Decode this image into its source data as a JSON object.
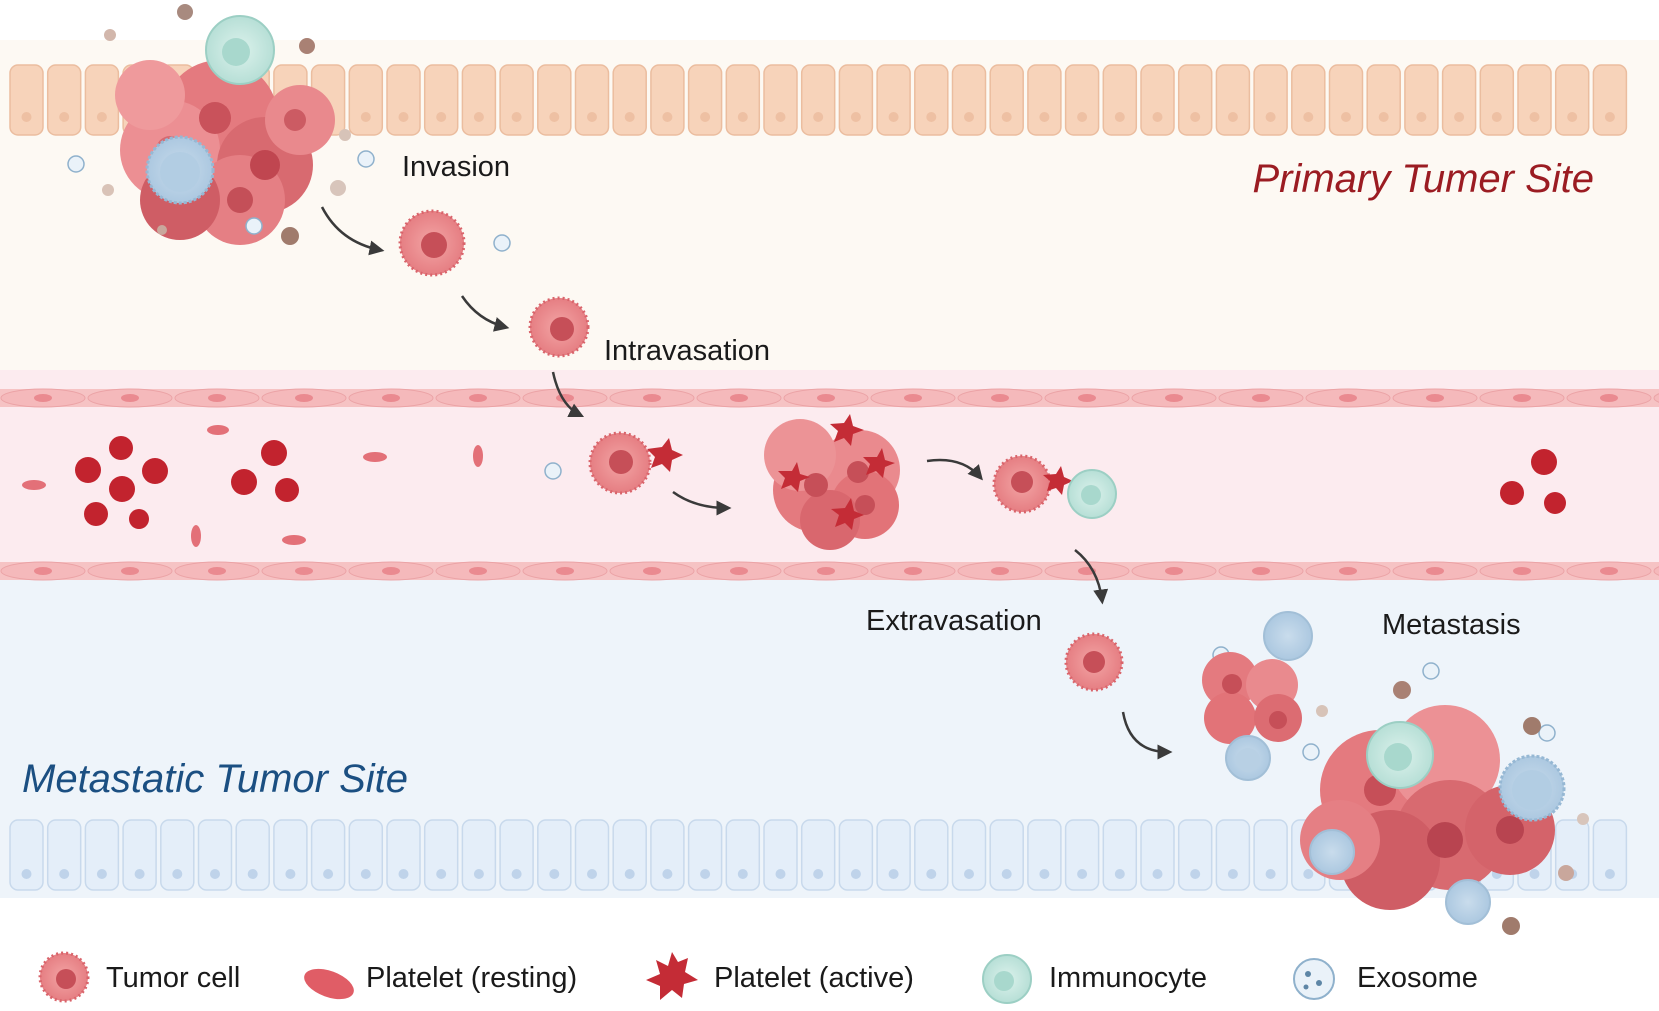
{
  "sites": {
    "primary": "Primary Tumer Site",
    "metastatic": "Metastatic Tumor Site"
  },
  "steps": {
    "invasion": "Invasion",
    "intravasation": "Intravasation",
    "extravasation": "Extravasation",
    "metastasis": "Metastasis"
  },
  "legend": {
    "tumor_cell": "Tumor cell",
    "platelet_resting": "Platelet (resting)",
    "platelet_active": "Platelet (active)",
    "immunocyte": "Immunocyte",
    "exosome": "Exosome"
  },
  "colors": {
    "primary_band": "#fdf9f3",
    "epithelium_top": "#f7d3ba",
    "vessel_wall": "#f6c3c4",
    "vessel_lumen": "#fcebef",
    "metastatic_band": "#eef4fa",
    "epithelium_bottom": "#e4eef9",
    "tumor_cell": "#e87f84",
    "platelet": "#d2323b",
    "immunocyte": "#bfe6de",
    "exosome": "#e8f1f8",
    "primary_title": "#9b1c22",
    "metastatic_title": "#1b4f82"
  }
}
